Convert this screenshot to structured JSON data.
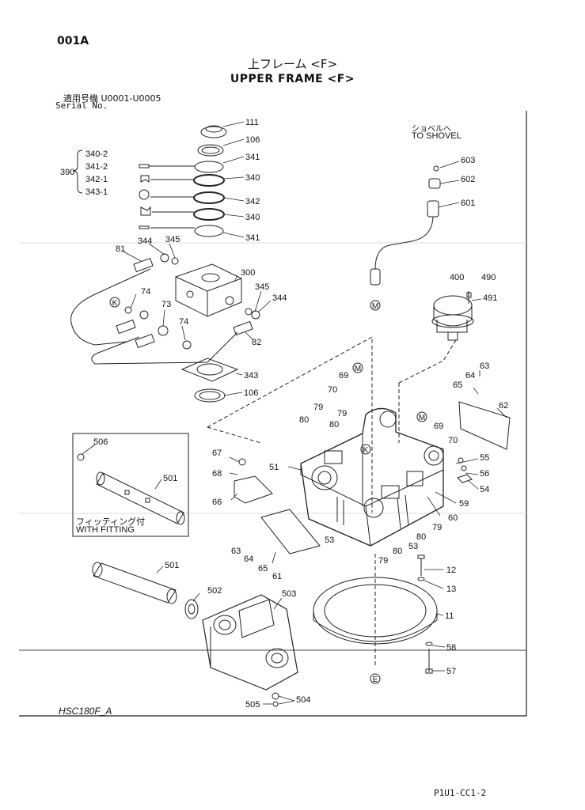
{
  "header": {
    "page_code": "001A",
    "title_jp": "上フレーム <F>",
    "title_en": "UPPER FRAME <F>",
    "serial_label_jp": "適用号機  U0001-U0005",
    "serial_label_en": "Serial No."
  },
  "kit": {
    "group_number": "390",
    "items": [
      "340-2",
      "341-2",
      "342-1",
      "343-1"
    ]
  },
  "notes": {
    "to_shovel_jp": "ショベルへ",
    "to_shovel_en": "TO SHOVEL",
    "with_fitting_jp": "フィッティング付",
    "with_fitting_en": "WITH FITTING"
  },
  "part_labels": {
    "p111": "111",
    "p106a": "106",
    "p341a": "341",
    "p340a": "340",
    "p342": "342",
    "p340b": "340",
    "p341b": "341",
    "p344a": "344",
    "p345a": "345",
    "p81": "81",
    "p300": "300",
    "p345b": "345",
    "p344b": "344",
    "p74a": "74",
    "p73": "73",
    "p74b": "74",
    "p82": "82",
    "p343": "343",
    "p106b": "106",
    "p603": "603",
    "p602": "602",
    "p601": "601",
    "p400": "400",
    "p490": "490",
    "p491": "491",
    "p63a": "63",
    "p64a": "64",
    "p65a": "65",
    "p62": "62",
    "p69a": "69",
    "p70a": "70",
    "p79a": "79",
    "p80a": "80",
    "p79b": "79",
    "p80b": "80",
    "p69b": "69",
    "p70b": "70",
    "p67": "67",
    "p68": "68",
    "p66": "66",
    "p51": "51",
    "p55": "55",
    "p56": "56",
    "p54": "54",
    "p59": "59",
    "p60": "60",
    "p79c": "79",
    "p80c": "80",
    "p53a": "53",
    "p53b": "53",
    "p80d": "80",
    "p79d": "79",
    "p63b": "63",
    "p64b": "64",
    "p65b": "65",
    "p61": "61",
    "p506": "506",
    "p501a": "501",
    "p501b": "501",
    "p502": "502",
    "p503": "503",
    "p12": "12",
    "p13": "13",
    "p11": "11",
    "p58": "58",
    "p57": "57",
    "p504": "504",
    "p505": "505",
    "m1": "M",
    "m2": "M",
    "m3": "M",
    "k1": "K",
    "k2": "K",
    "e1": "E"
  },
  "footer": {
    "model_code": "HSC180F_A",
    "page_ref": "P1U1-CC1-2"
  }
}
